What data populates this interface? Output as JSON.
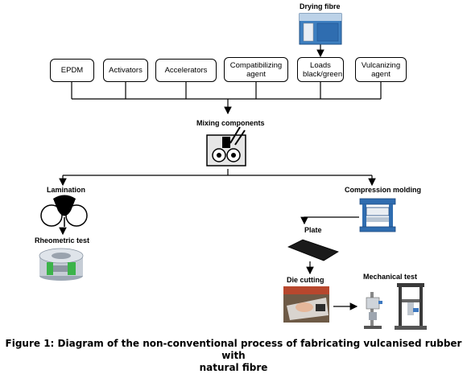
{
  "inputs": [
    "EPDM",
    "Activators",
    "Accelerators",
    "Compatibilizing agent",
    "Loads black/green",
    "Vulcanizing agent"
  ],
  "labels": {
    "drying": "Drying fibre",
    "mixing": "Mixing components",
    "lamination": "Lamination",
    "rheometric": "Rheometric test",
    "compression": "Compression  molding",
    "plate": "Plate",
    "die": "Die cutting",
    "mechanical": "Mechanical test"
  },
  "caption": {
    "line1": "Figure 1: Diagram of the non-conventional process of fabricating vulcanised rubber with",
    "line2": "natural fibre"
  }
}
